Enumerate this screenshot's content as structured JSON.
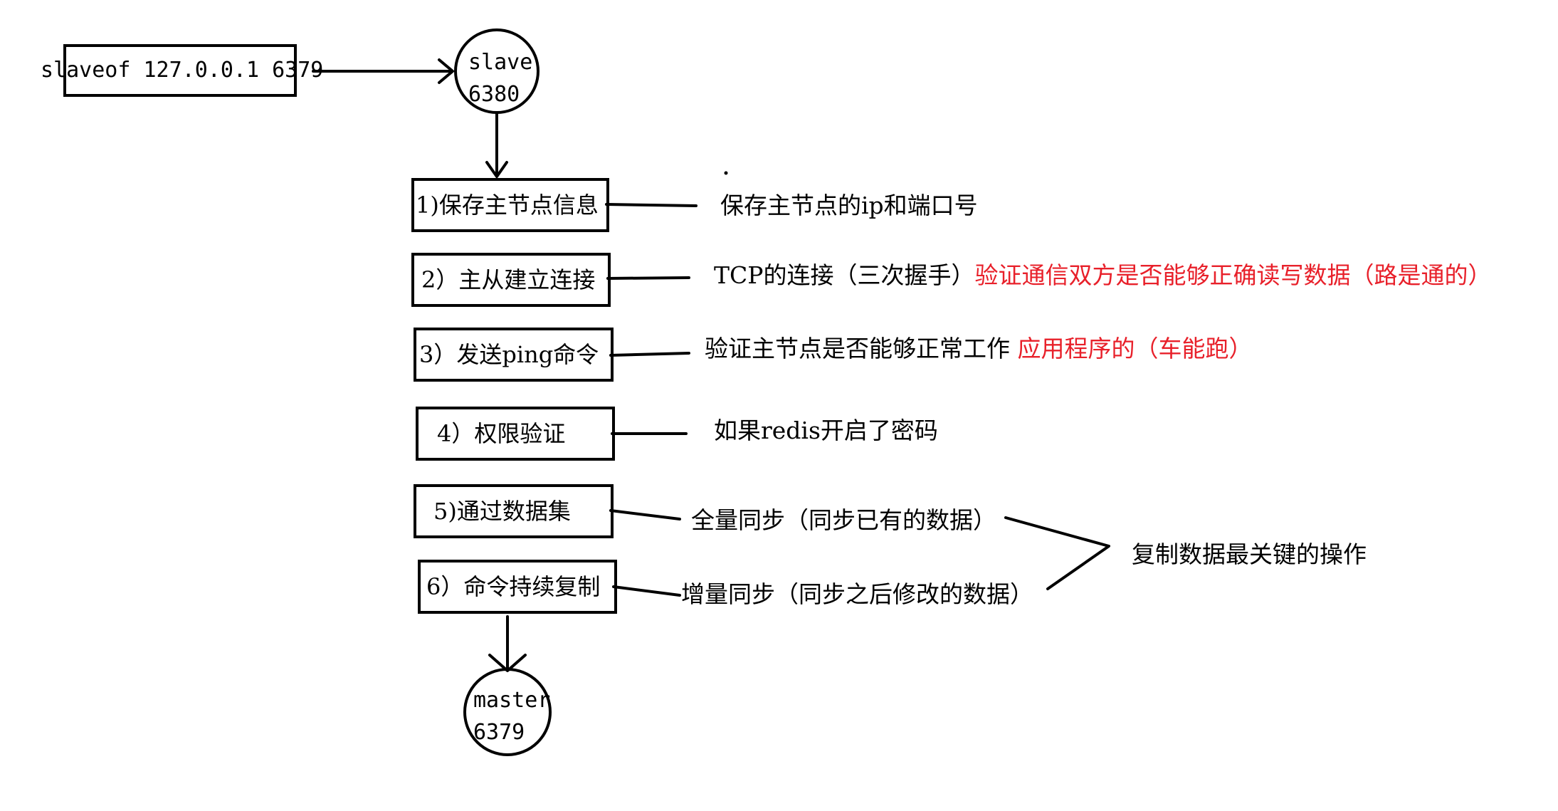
{
  "command": {
    "text": "slaveof 127.0.0.1 6379"
  },
  "nodes": {
    "slave": {
      "name": "slave",
      "port": "6380"
    },
    "master": {
      "name": "master",
      "port": "6379"
    }
  },
  "steps": [
    {
      "label": "1)保存主节点信息",
      "note": "保存主节点的ip和端口号",
      "note_highlight": ""
    },
    {
      "label": "2）主从建立连接",
      "note": "TCP的连接（三次握手）",
      "note_highlight": "验证通信双方是否能够正确读写数据（路是通的）"
    },
    {
      "label": "3）发送ping命令",
      "note": "验证主节点是否能够正常工作 ",
      "note_highlight": "应用程序的（车能跑）"
    },
    {
      "label": "4）权限验证",
      "note": "如果redis开启了密码",
      "note_highlight": ""
    },
    {
      "label": "5)通过数据集",
      "note": "全量同步（同步已有的数据）",
      "note_highlight": ""
    },
    {
      "label": "6）命令持续复制",
      "note": "增量同步（同步之后修改的数据）",
      "note_highlight": ""
    }
  ],
  "summary": {
    "text": "复制数据最关键的操作"
  },
  "colors": {
    "stroke": "#000000",
    "highlight": "#e8202a"
  }
}
